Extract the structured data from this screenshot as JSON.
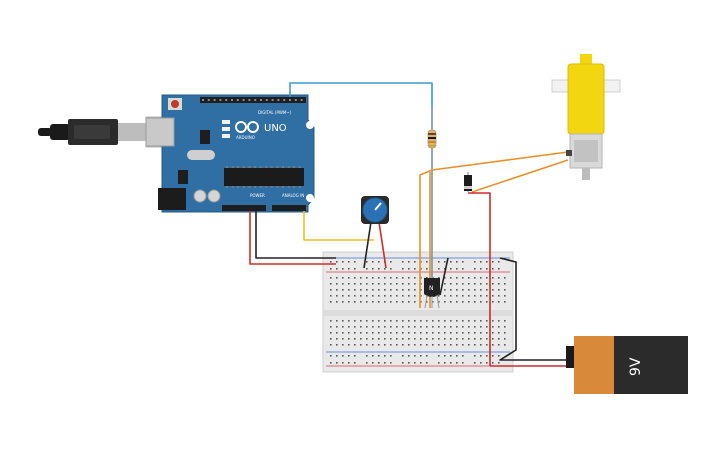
{
  "arduino": {
    "model": "UNO",
    "brand": "ARDUINO",
    "digital_label": "DIGITAL (PWM~)",
    "power_label": "POWER",
    "analog_label": "ANALOG IN",
    "board_color": "#2f6fa3"
  },
  "battery": {
    "label": "9V",
    "body_color": "#2b2b2b",
    "wrap_color": "#d8893a"
  },
  "motor": {
    "body_color": "#f2d60f"
  },
  "potentiometer": {
    "knob_color": "#2a72b5"
  },
  "wires": {
    "blue": "#3a9cc7",
    "orange": "#e6912b",
    "red": "#d22b2b",
    "black": "#222222",
    "yellow": "#e9c21d"
  }
}
